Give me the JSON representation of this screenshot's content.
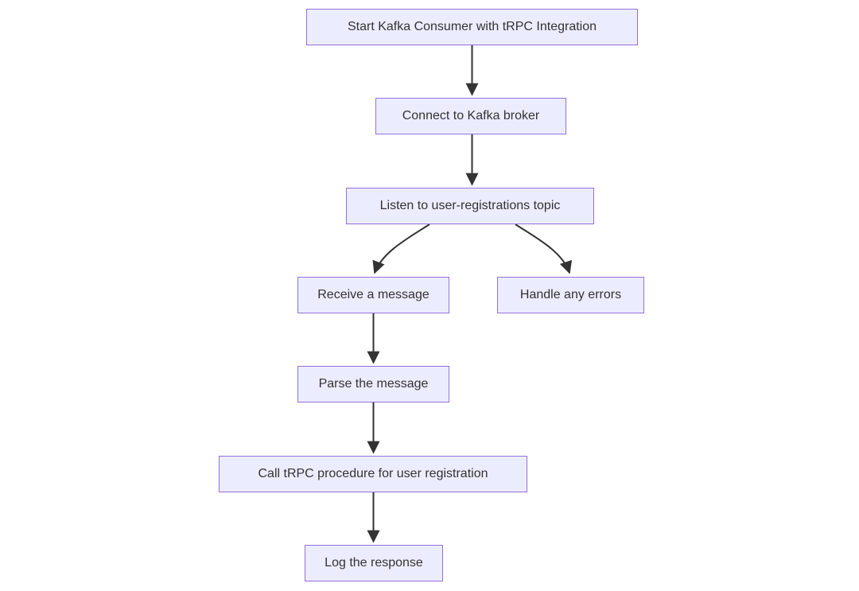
{
  "diagram": {
    "type": "flowchart",
    "direction": "top-down",
    "nodes": [
      {
        "id": "start",
        "label": "Start Kafka Consumer with tRPC Integration"
      },
      {
        "id": "connect",
        "label": "Connect to Kafka broker"
      },
      {
        "id": "listen",
        "label": "Listen to user-registrations topic"
      },
      {
        "id": "receive",
        "label": "Receive a message"
      },
      {
        "id": "errors",
        "label": "Handle any errors"
      },
      {
        "id": "parse",
        "label": "Parse the message"
      },
      {
        "id": "call",
        "label": "Call tRPC procedure for user registration"
      },
      {
        "id": "log",
        "label": "Log the response"
      }
    ],
    "edges": [
      {
        "from": "start",
        "to": "connect"
      },
      {
        "from": "connect",
        "to": "listen"
      },
      {
        "from": "listen",
        "to": "receive"
      },
      {
        "from": "listen",
        "to": "errors"
      },
      {
        "from": "receive",
        "to": "parse"
      },
      {
        "from": "parse",
        "to": "call"
      },
      {
        "from": "call",
        "to": "log"
      }
    ],
    "colors": {
      "node_fill": "#ECECFF",
      "node_border": "#9370DB",
      "node_text": "#333333",
      "edge": "#333333",
      "background": "#FFFFFF"
    }
  }
}
